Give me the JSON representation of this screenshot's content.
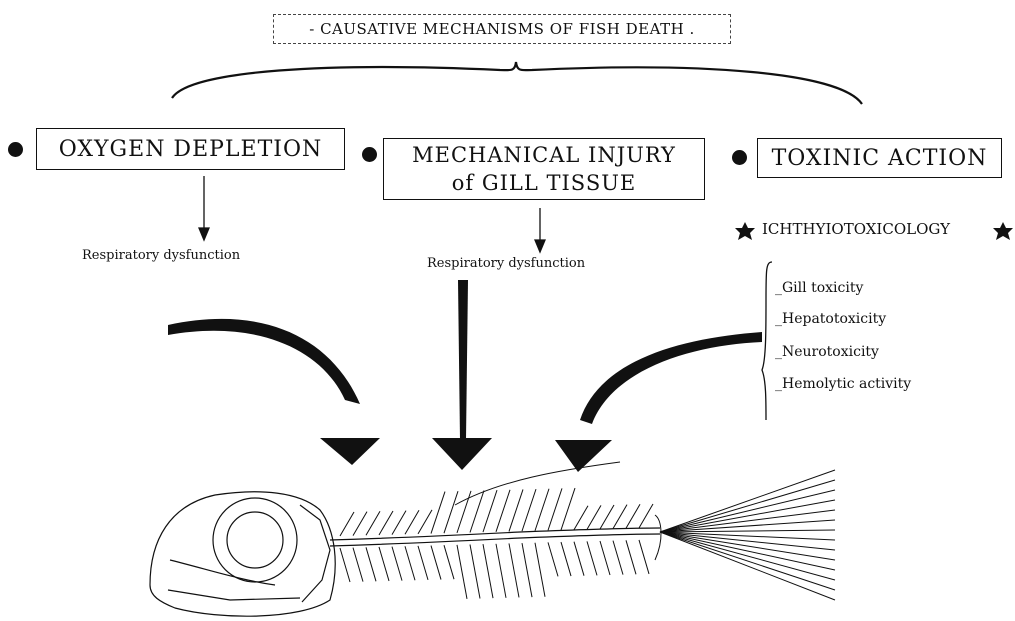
{
  "title": "- CAUSATIVE MECHANISMS OF FISH DEATH .",
  "mechanisms": [
    {
      "label": "OXYGEN DEPLETION",
      "effect": "Respiratory dysfunction"
    },
    {
      "label_line1": "MECHANICAL INJURY",
      "label_line2": "of GILL TISSUE",
      "effect": "Respiratory dysfunction"
    },
    {
      "label": "TOXINIC ACTION"
    }
  ],
  "toxicology": {
    "heading": "ICHTHYIOTOXICOLOGY",
    "items": [
      "_Gill toxicity",
      "_Hepatotoxicity",
      "_Neurotoxicity",
      "_Hemolytic activity"
    ]
  }
}
